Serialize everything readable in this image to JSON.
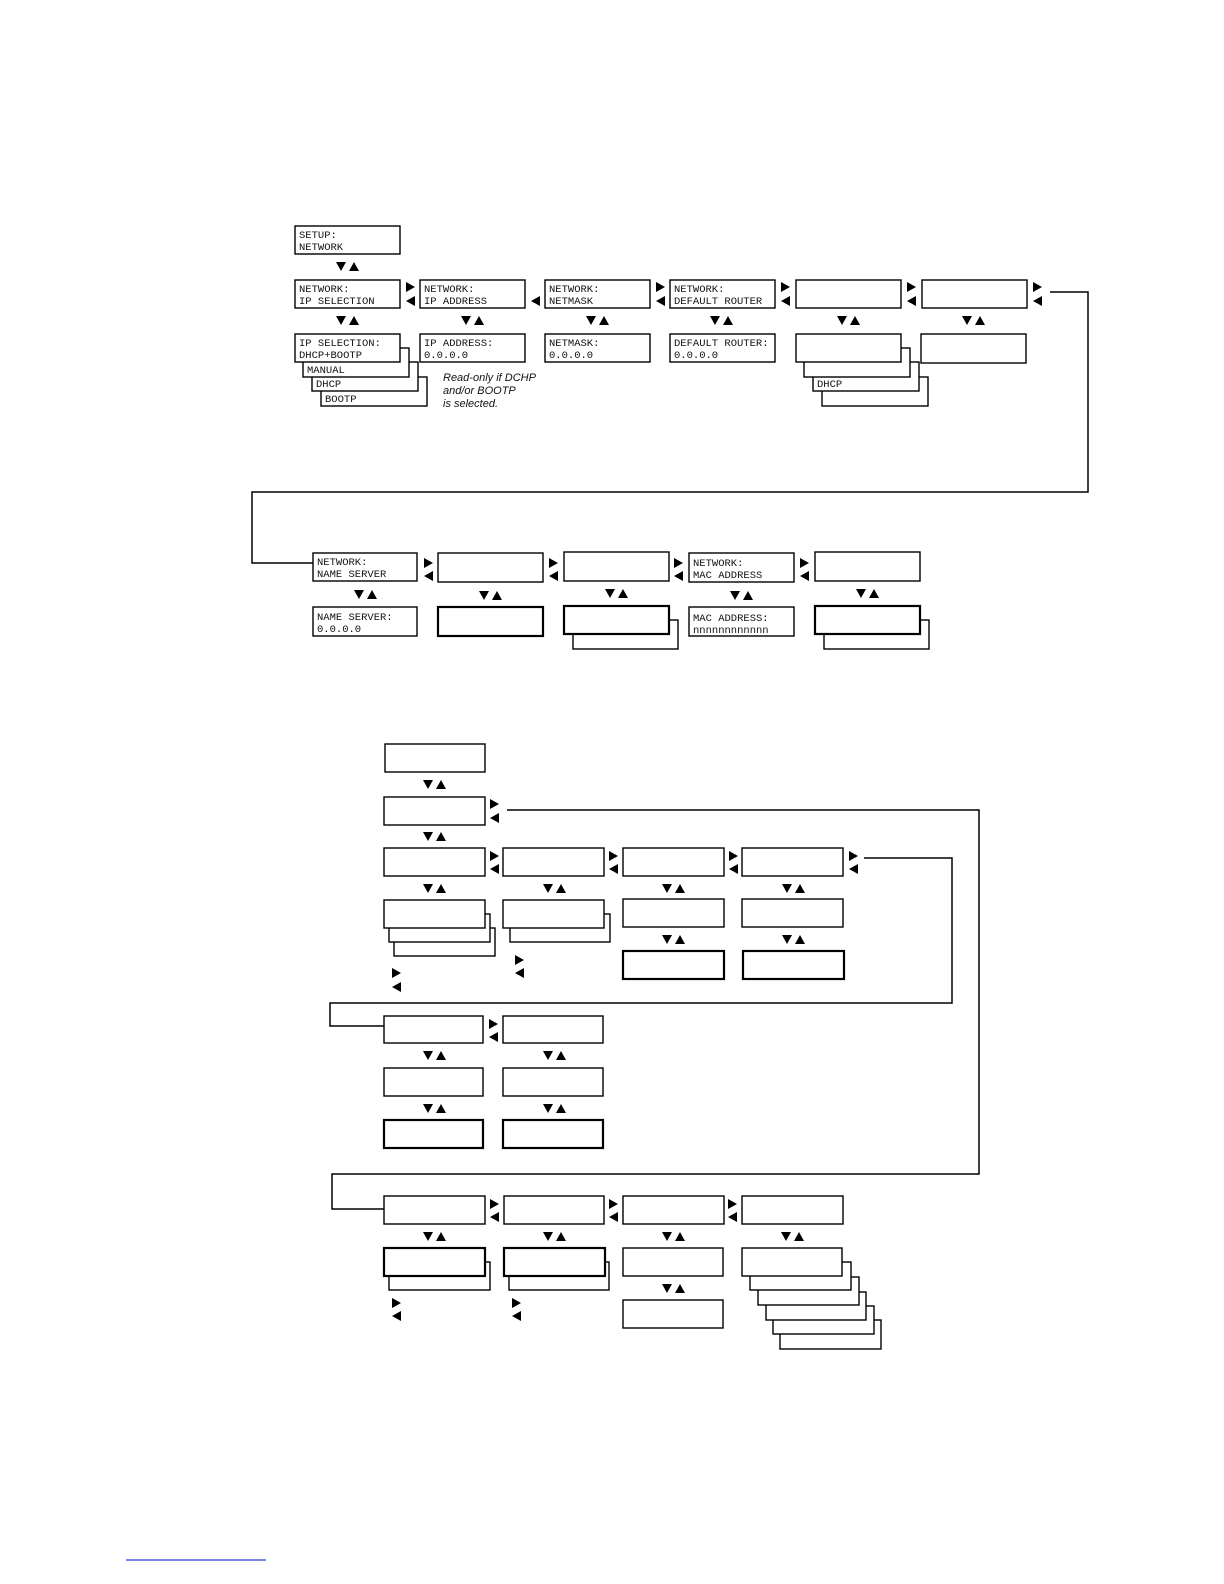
{
  "network_menu": {
    "setup": {
      "line1": "SETUP:",
      "line2": "NETWORK"
    },
    "row1": [
      {
        "line1": "NETWORK:",
        "line2": "IP SELECTION"
      },
      {
        "line1": "NETWORK:",
        "line2": "IP ADDRESS"
      },
      {
        "line1": "NETWORK:",
        "line2": "NETMASK"
      },
      {
        "line1": "NETWORK:",
        "line2": "DEFAULT ROUTER"
      },
      {
        "line1": "",
        "line2": ""
      },
      {
        "line1": "",
        "line2": ""
      }
    ],
    "row1_values": [
      {
        "line1": "IP SELECTION:",
        "line2": "DHCP+BOOTP"
      },
      {
        "line1": "IP ADDRESS:",
        "line2": "0.0.0.0"
      },
      {
        "line1": "NETMASK:",
        "line2": "0.0.0.0"
      },
      {
        "line1": "DEFAULT ROUTER:",
        "line2": "0.0.0.0"
      }
    ],
    "ip_selection_options": [
      "MANUAL",
      "DHCP",
      "BOOTP"
    ],
    "row1_col5_option": "DHCP",
    "note_lines": [
      "Read-only if DCHP",
      "and/or BOOTP",
      "is selected."
    ],
    "row2": [
      {
        "line1": "NETWORK:",
        "line2": "NAME SERVER"
      },
      {
        "line1": "",
        "line2": ""
      },
      {
        "line1": "",
        "line2": ""
      },
      {
        "line1": "NETWORK:",
        "line2": "MAC ADDRESS"
      },
      {
        "line1": "",
        "line2": ""
      }
    ],
    "row2_values": [
      {
        "line1": "NAME SERVER:",
        "line2": "0.0.0.0"
      },
      {
        "line1": "MAC ADDRESS:",
        "line2": "nnnnnnnnnnnn"
      }
    ]
  }
}
